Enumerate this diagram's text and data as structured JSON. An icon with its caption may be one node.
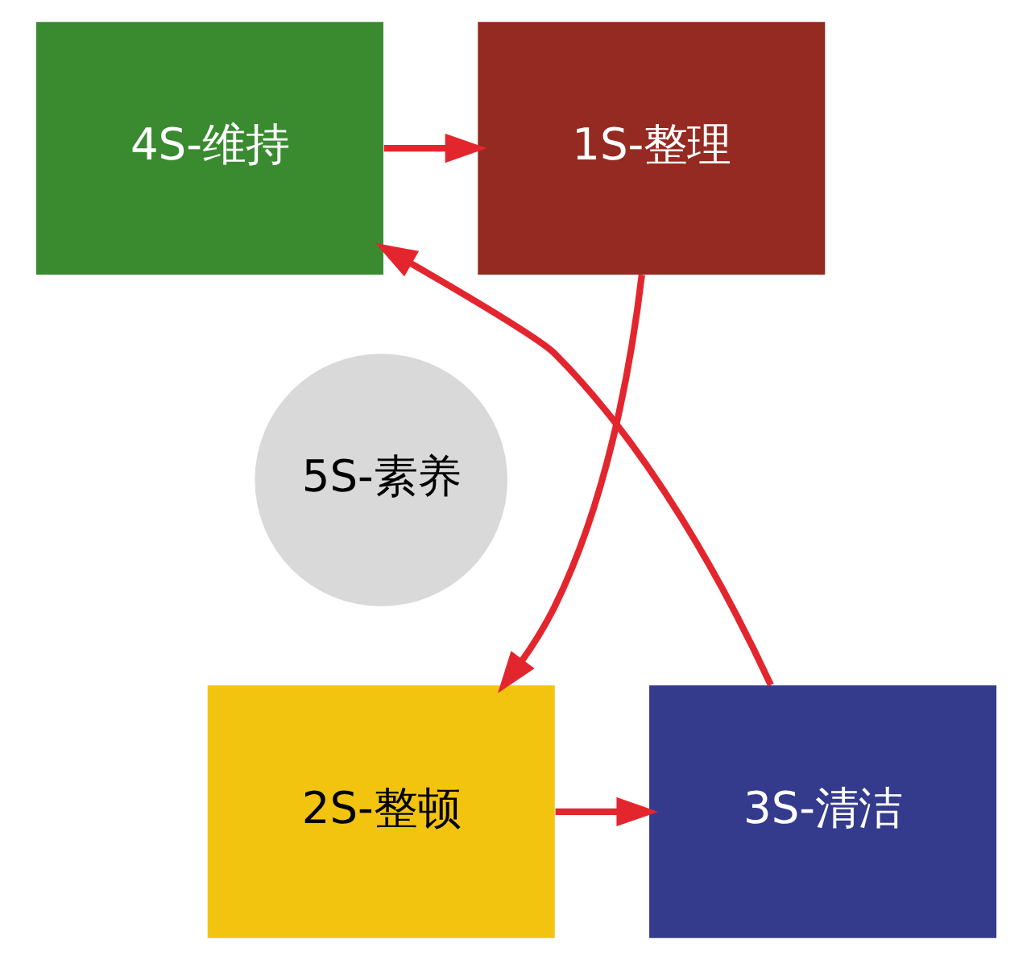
{
  "diagram": {
    "nodes": [
      {
        "text": [
          "1S-整理"
        ]
      },
      {
        "text": [
          "4S-维持"
        ]
      },
      {
        "text": [
          "5S-素养"
        ]
      },
      {
        "text": [
          "2S-整顿"
        ]
      },
      {
        "text": [
          "3S-清洁"
        ]
      }
    ],
    "edges": [
      {
        "from": 0,
        "to": 3,
        "arrow": "to"
      },
      {
        "from": 3,
        "to": 4,
        "arrow": "to"
      },
      {
        "from": 4,
        "to": 1,
        "arrow": "to"
      },
      {
        "from": 1,
        "to": 0,
        "arrow": "to"
      }
    ]
  }
}
